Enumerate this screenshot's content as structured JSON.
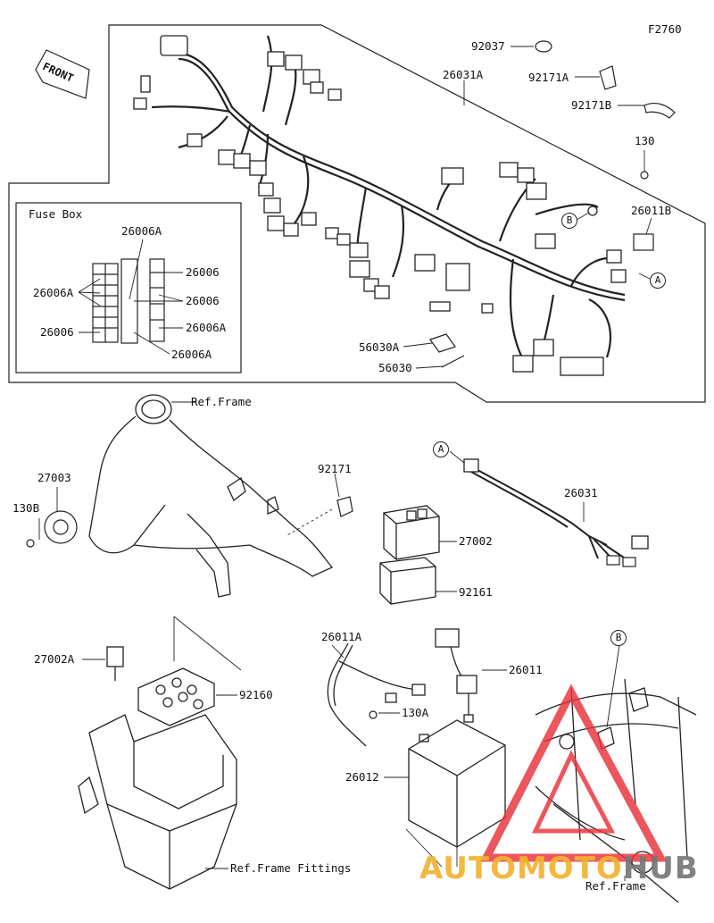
{
  "diagram_code": "F2760",
  "front_label": "FRONT",
  "fuse_box": {
    "title": "Fuse Box",
    "labels": [
      "26006A",
      "26006",
      "26006A",
      "26006",
      "26006",
      "26006A",
      "26006A"
    ]
  },
  "callouts": {
    "p92037": "92037",
    "p26031A": "26031A",
    "p92171A": "92171A",
    "p92171B": "92171B",
    "p130": "130",
    "p26011B": "26011B",
    "p56030A": "56030A",
    "p56030": "56030",
    "ref_frame_top": "Ref.Frame",
    "p27003": "27003",
    "p130B": "130B",
    "p92171": "92171",
    "p27002": "27002",
    "p92161": "92161",
    "p26031": "26031",
    "p27002A": "27002A",
    "p92160": "92160",
    "p26011A": "26011A",
    "p26011": "26011",
    "p130A": "130A",
    "p26012": "26012",
    "ref_frame_fittings": "Ref.Frame Fittings",
    "ref_frame_bottom": "Ref.Frame"
  },
  "markers": {
    "a1": "A",
    "a2": "A",
    "b1": "B",
    "b2": "B"
  },
  "watermark": {
    "text": "AUTOMOTO",
    "text2": "HUB",
    "accent": "#f3b233",
    "triangle": "#e8313a"
  }
}
